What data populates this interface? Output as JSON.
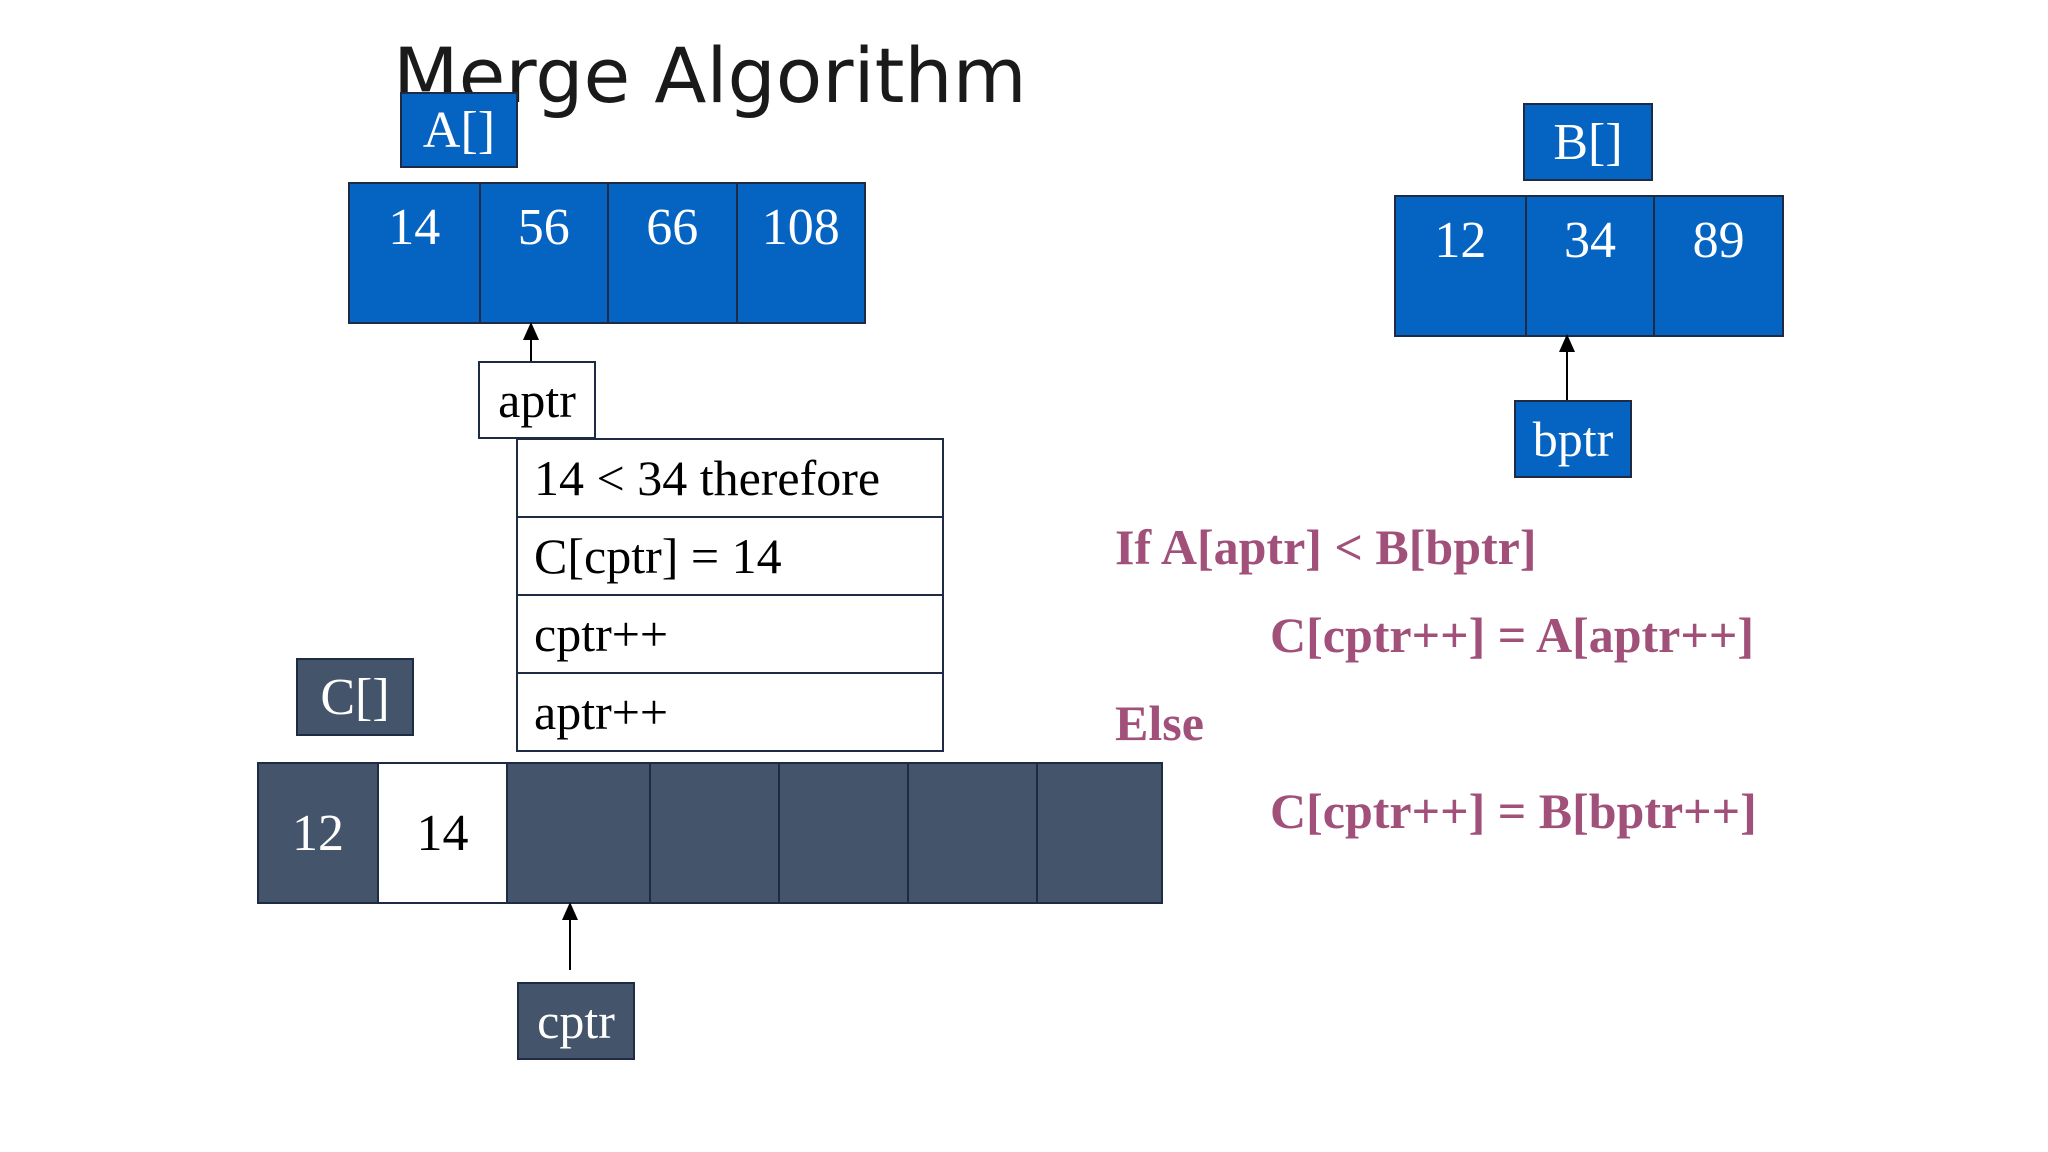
{
  "title": "Merge Algorithm",
  "array_a": {
    "label": "A[]",
    "cells": [
      "14",
      "56",
      "66",
      "108"
    ]
  },
  "array_b": {
    "label": "B[]",
    "cells": [
      "12",
      "34",
      "89"
    ]
  },
  "array_c": {
    "label": "C[]",
    "cells": [
      "12",
      "14",
      "",
      "",
      "",
      "",
      ""
    ]
  },
  "pointers": {
    "aptr": "aptr",
    "bptr": "bptr",
    "cptr": "cptr"
  },
  "steps": [
    "14 < 34 therefore",
    "C[cptr] = 14",
    "cptr++",
    "aptr++"
  ],
  "code": {
    "line1": "If A[aptr] < B[bptr]",
    "line2": "C[cptr++] = A[aptr++]",
    "line3": "Else",
    "line4": "C[cptr++] = B[bptr++]"
  },
  "colors": {
    "blue": "#0563c1",
    "slate": "#44546a",
    "code": "#a05079",
    "border": "#1f2a44"
  }
}
